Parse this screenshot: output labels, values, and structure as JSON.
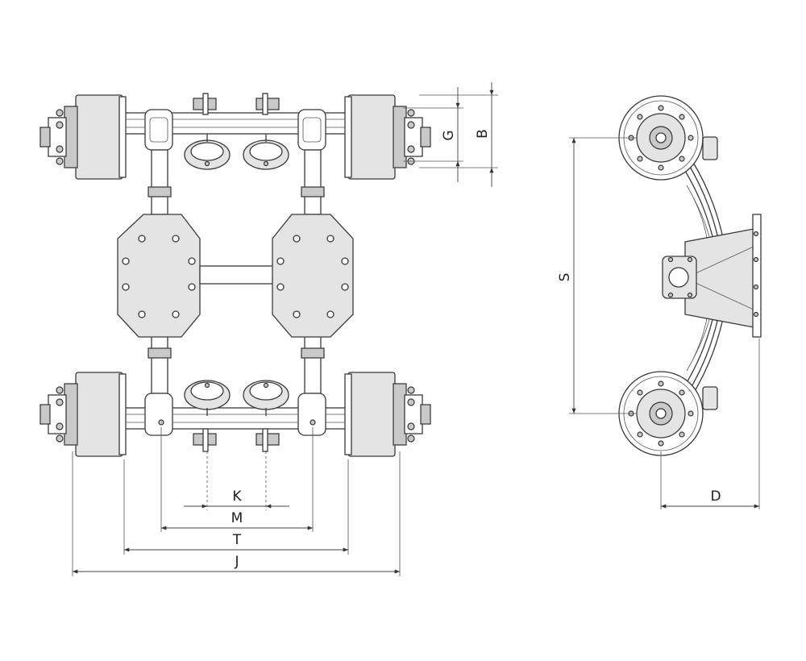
{
  "dimensions": {
    "K": "K",
    "M": "M",
    "T": "T",
    "J": "J",
    "G": "G",
    "B": "B",
    "S": "S",
    "D": "D"
  }
}
